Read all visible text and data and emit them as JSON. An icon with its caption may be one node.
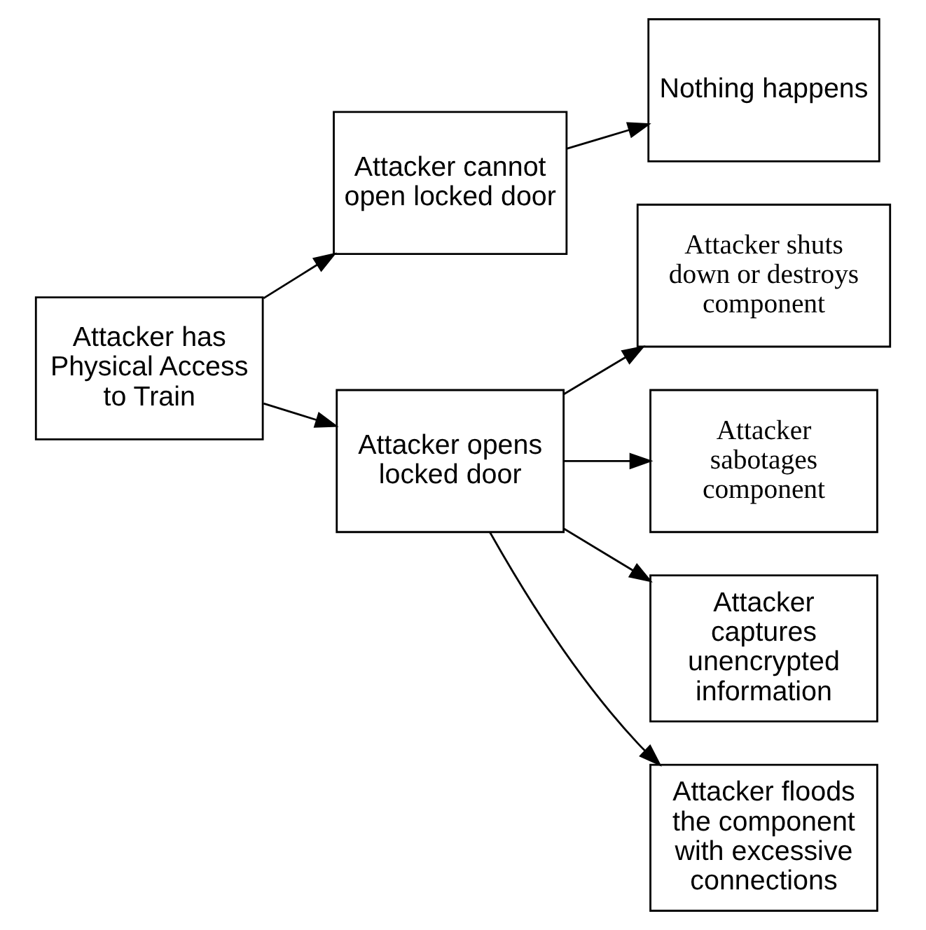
{
  "diagram": {
    "nodes": [
      {
        "text": [
          "Attacker has Physical Access to Train"
        ]
      },
      {
        "text": [
          "Attacker cannot open locked door"
        ]
      },
      {
        "text": [
          "Nothing happens"
        ]
      },
      {
        "text": [
          "Attacker opens locked door"
        ]
      },
      {
        "text": [
          "Attacker shuts down or destroys component"
        ]
      },
      {
        "text": [
          "Attacker sabotages component"
        ]
      },
      {
        "text": [
          "Attacker captures unencrypted information"
        ]
      },
      {
        "text": [
          "Attacker floods the component with excessive connections"
        ]
      }
    ],
    "edges": [
      {
        "from": 0,
        "to": 1,
        "arrow": "to"
      },
      {
        "from": 1,
        "to": 2,
        "arrow": "to"
      },
      {
        "from": 0,
        "to": 3,
        "arrow": "to"
      },
      {
        "from": 3,
        "to": 4,
        "arrow": "to"
      },
      {
        "from": 3,
        "to": 5,
        "arrow": "to"
      },
      {
        "from": 3,
        "to": 6,
        "arrow": "to"
      },
      {
        "from": 3,
        "to": 7,
        "arrow": "to"
      }
    ]
  }
}
